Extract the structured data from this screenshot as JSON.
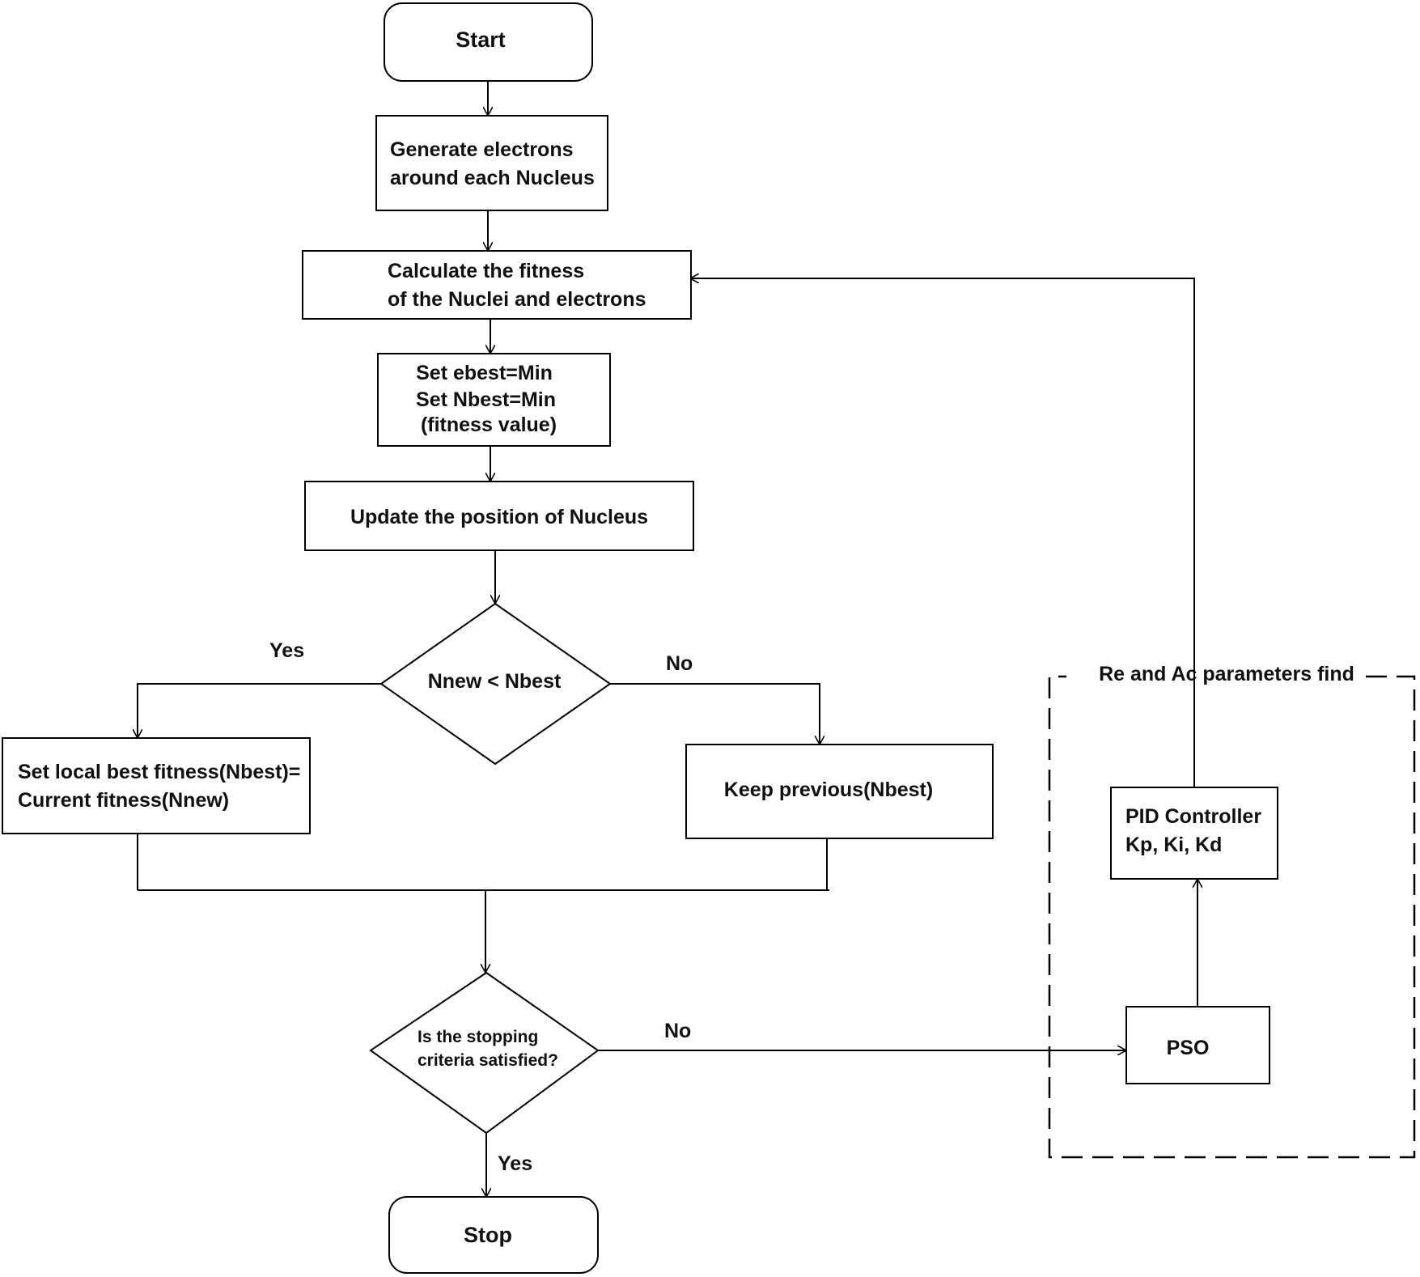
{
  "nodes": {
    "start": [
      "Start"
    ],
    "generate": [
      "Generate electrons",
      "around each Nucleus"
    ],
    "calculate": [
      "Calculate the fitness",
      "of the Nuclei and electrons"
    ],
    "set_best": [
      "Set ebest=Min",
      "Set Nbest=Min",
      "(fitness value)"
    ],
    "update": [
      "Update the position of Nucleus"
    ],
    "decision1": [
      "Nnew < Nbest"
    ],
    "set_local": [
      "Set local best fitness(Nbest)=",
      "Current fitness(Nnew)"
    ],
    "keep_prev": [
      "Keep previous(Nbest)"
    ],
    "decision2": [
      "Is the stopping",
      "criteria satisfied?"
    ],
    "stop": [
      "Stop"
    ],
    "pid": [
      "PID Controller",
      "Kp, Ki, Kd"
    ],
    "pso": [
      "PSO"
    ]
  },
  "edge_labels": {
    "d1_yes": "Yes",
    "d1_no": "No",
    "d2_no": "No",
    "d2_yes": "Yes"
  },
  "group": {
    "title": "Re and Ac parameters find"
  }
}
